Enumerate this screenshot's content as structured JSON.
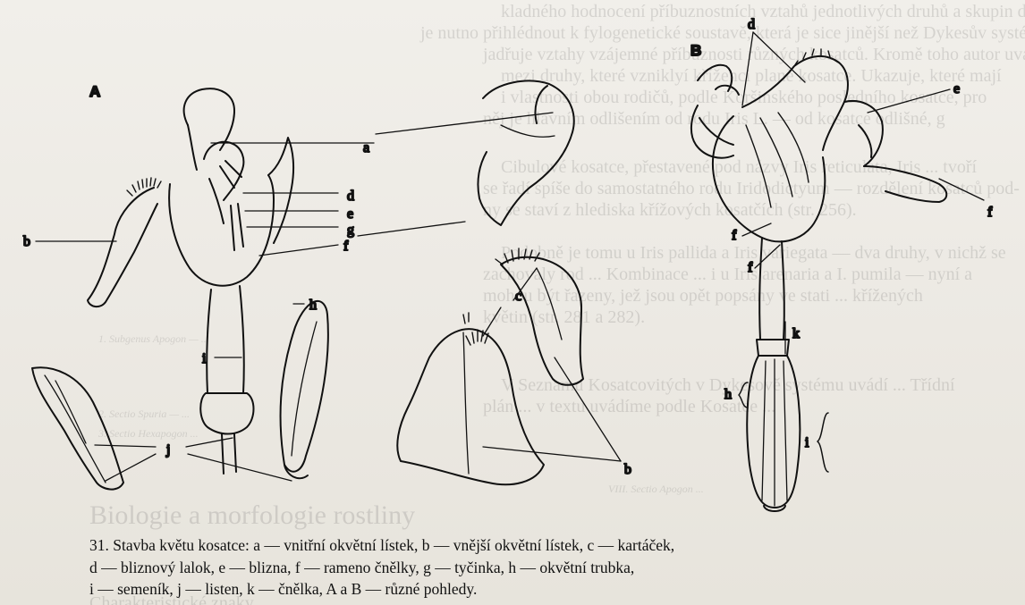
{
  "caption": {
    "lines": [
      "31. Stavba květu kosatce: a — vnitřní okvětní lístek, b — vnější okvětní lístek, c — kartáček,",
      "d — bliznový lalok, e — blizna, f — rameno čnělky, g — tyčinka, h — okvětní trubka,",
      "i — semeník, j — listen, k — čnělka, A a B — různé pohledy."
    ]
  },
  "figure_labels": {
    "A": "A",
    "B": "B",
    "a": "a",
    "b_left": "b",
    "b_right": "b",
    "c": "c",
    "d_middle": "d",
    "d_top": "d",
    "e_middle": "e",
    "e_right": "e",
    "f_middle": "f",
    "f_right1": "f",
    "f_right2": "f",
    "f_far_right": "f",
    "g": "g",
    "h_middle": "h",
    "h_right": "h",
    "i_middle": "i",
    "i_right": "i",
    "j": "j",
    "k": "k"
  },
  "bleed_through": {
    "lines": [
      "kladného hodnocení příbuznostních vztahů jednotlivých druhů a skupin druhů",
      "je nutno přihlédnout k fylogenetické soustavě, která je sice jinější než Dykesův systém ale přesnější vý-",
      "jadřuje vztahy vzájemné příbuznosti různých kosatců. Kromě toho autor uvádí",
      "mezi druhy, které vzniklyí kříženci planě kosatce. Ukazuje, které mají",
      "i vlastnosti obou rodičů, podle Koršinského posledního kosatce, pro",
      "něj je hlavním odlišením od rodu Iris L. — od kosatce odlišné, g",
      "Cibulové kosatce, přestavené pod názvy Iris reticulata, Iris ... tvoří",
      "se řadí spíše do samostatného rodu Iridodictyum — rozdělení kosatců pod-",
      "ny se staví z hlediska křížových kosatčích (str. 256).",
      "Podobně je tomu u Iris pallida a Iris variegata — dva druhy, v nichž se",
      "zachovaly rod ... Kombinace ... i u Iris arenaria a I. pumila — nyní a",
      "mohou být řazeny, jež jsou opět popsány ve stati ... křížených",
      "květin (str. 281 a 282).",
      "V Seznamu Kosatcovitých v Dykesově systému uvádí ... Třídní",
      "plán ... v textu uvádíme podle Kosatce ..."
    ],
    "small_lines": [
      "1. Subgenus Apogon — ...",
      "2. Sectio Spuria — ...",
      "3. Sectio Hexapogon ..."
    ],
    "heading": "Biologie a morfologie rostliny",
    "right_heading": "VIII. Sectio Apogon ...",
    "bottom_line": "Charakteristické znaky ... "
  },
  "colors": {
    "paper": "#efede8",
    "ink": "#111111"
  }
}
